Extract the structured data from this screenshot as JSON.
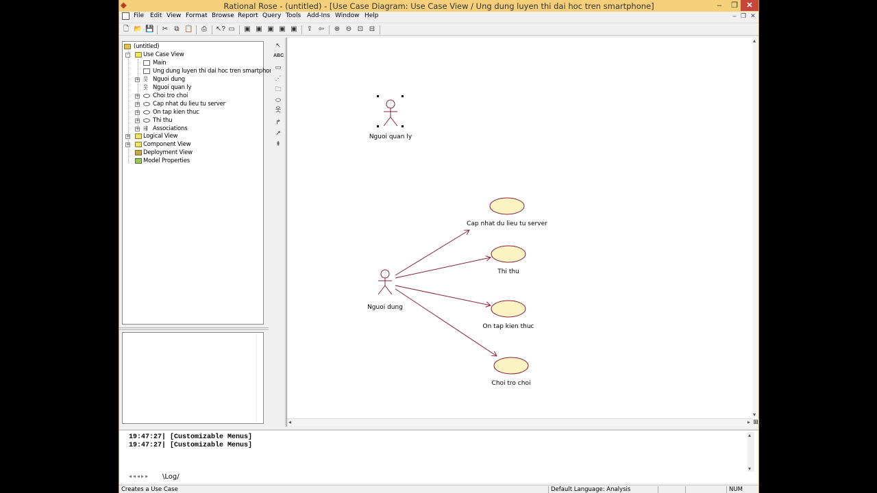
{
  "window": {
    "title": "Rational Rose - (untitled) - [Use Case Diagram: Use Case View / Ung dung luyen thi dai hoc tren smartphone]",
    "min_glyph": "–",
    "max_glyph": "❐",
    "close_glyph": "✕"
  },
  "menubar": {
    "items": [
      "File",
      "Edit",
      "View",
      "Format",
      "Browse",
      "Report",
      "Query",
      "Tools",
      "Add-Ins",
      "Window",
      "Help"
    ],
    "mdi_min": "–",
    "mdi_restore": "❐",
    "mdi_close": "✕"
  },
  "toolbar": {
    "icons": [
      "new-icon",
      "open-icon",
      "save-icon",
      "cut-icon",
      "copy-icon",
      "paste-icon",
      "print-icon",
      "context-help-icon",
      "view-doc-icon",
      "browse-class-icon",
      "browse-interaction-icon",
      "browse-component-icon",
      "browse-deployment-icon",
      "browse-parent-icon",
      "browse-previous-icon",
      "zoom-in-icon",
      "zoom-out-icon",
      "fit-in-window-icon",
      "undo-fit-icon"
    ]
  },
  "browser": {
    "root": "(untitled)",
    "use_case_view": "Use Case View",
    "main": "Main",
    "diagram": "Ung dung luyen thi dai hoc tren smartphone",
    "actor_user": "Nguoi dung",
    "actor_admin": "Nguoi quan ly",
    "uc_game": "Choi tro choi",
    "uc_update": "Cap nhat du lieu tu server",
    "uc_review": "On tap kien thuc",
    "uc_test": "Thi thu",
    "associations": "Associations",
    "logical_view": "Logical View",
    "component_view": "Component View",
    "deployment_view": "Deployment View",
    "model_properties": "Model Properties"
  },
  "toolbox": {
    "icons": [
      "selection-arrow-icon",
      "text-box-icon",
      "note-icon",
      "anchor-note-icon",
      "package-icon",
      "use-case-icon",
      "actor-icon",
      "unidirectional-association-icon",
      "dependency-icon",
      "generalization-icon"
    ],
    "text_label": "ABC"
  },
  "diagram": {
    "actor_admin_label": "Nguoi quan ly",
    "actor_user_label": "Nguoi dung",
    "uc_update_label": "Cap nhat du lieu tu server",
    "uc_test_label": "Thi thu",
    "uc_review_label": "On tap kien thuc",
    "uc_game_label": "Choi tro choi",
    "colors": {
      "use_case_fill": "#fbf3c2",
      "use_case_stroke": "#8b1f3a",
      "association": "#8b1f3a"
    }
  },
  "log": {
    "lines": [
      "19:47:27|  [Customizable Menus]",
      "19:47:27|  [Customizable Menus]"
    ],
    "tab_label": "\\Log/",
    "nav_glyphs": "◂◂◂▸▸"
  },
  "statusbar": {
    "message": "Creates a Use Case",
    "language": "Default Language: Analysis",
    "num": "NUM"
  }
}
